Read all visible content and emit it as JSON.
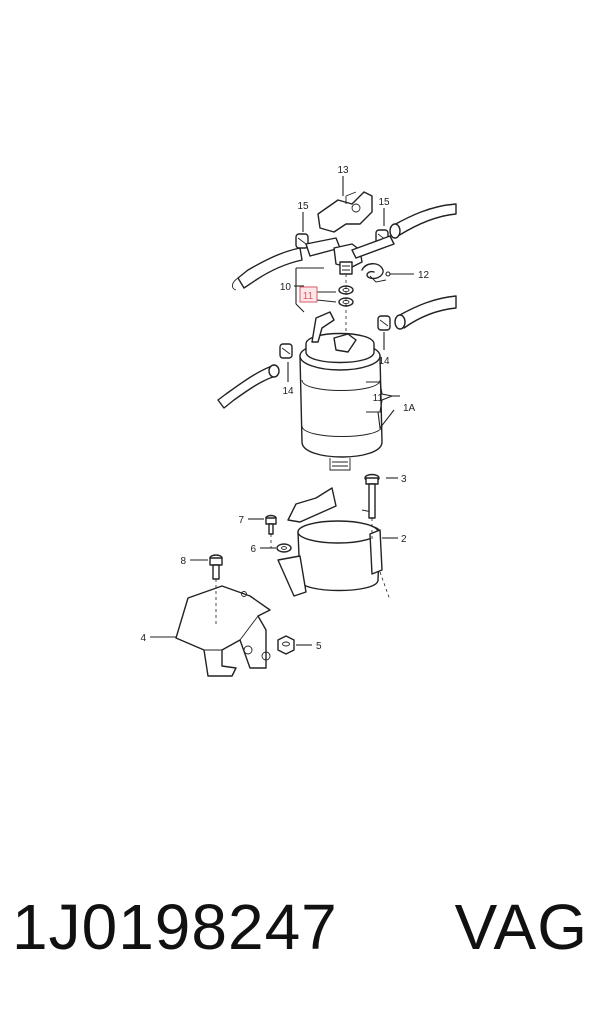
{
  "callouts": {
    "c13": "13",
    "c15a": "15",
    "c15b": "15",
    "c10": "10",
    "c11hi": "11",
    "c12": "12",
    "c14a": "14",
    "c14b": "14",
    "c11": "11",
    "c1A": "1A",
    "c3": "3",
    "c7": "7",
    "c2": "2",
    "c6": "6",
    "c8": "8",
    "c4": "4",
    "c5": "5"
  },
  "caption": {
    "part_number": "1J0198247",
    "brand": "VAG"
  },
  "colors": {
    "highlight": "#e05a6a",
    "line": "#222222"
  }
}
